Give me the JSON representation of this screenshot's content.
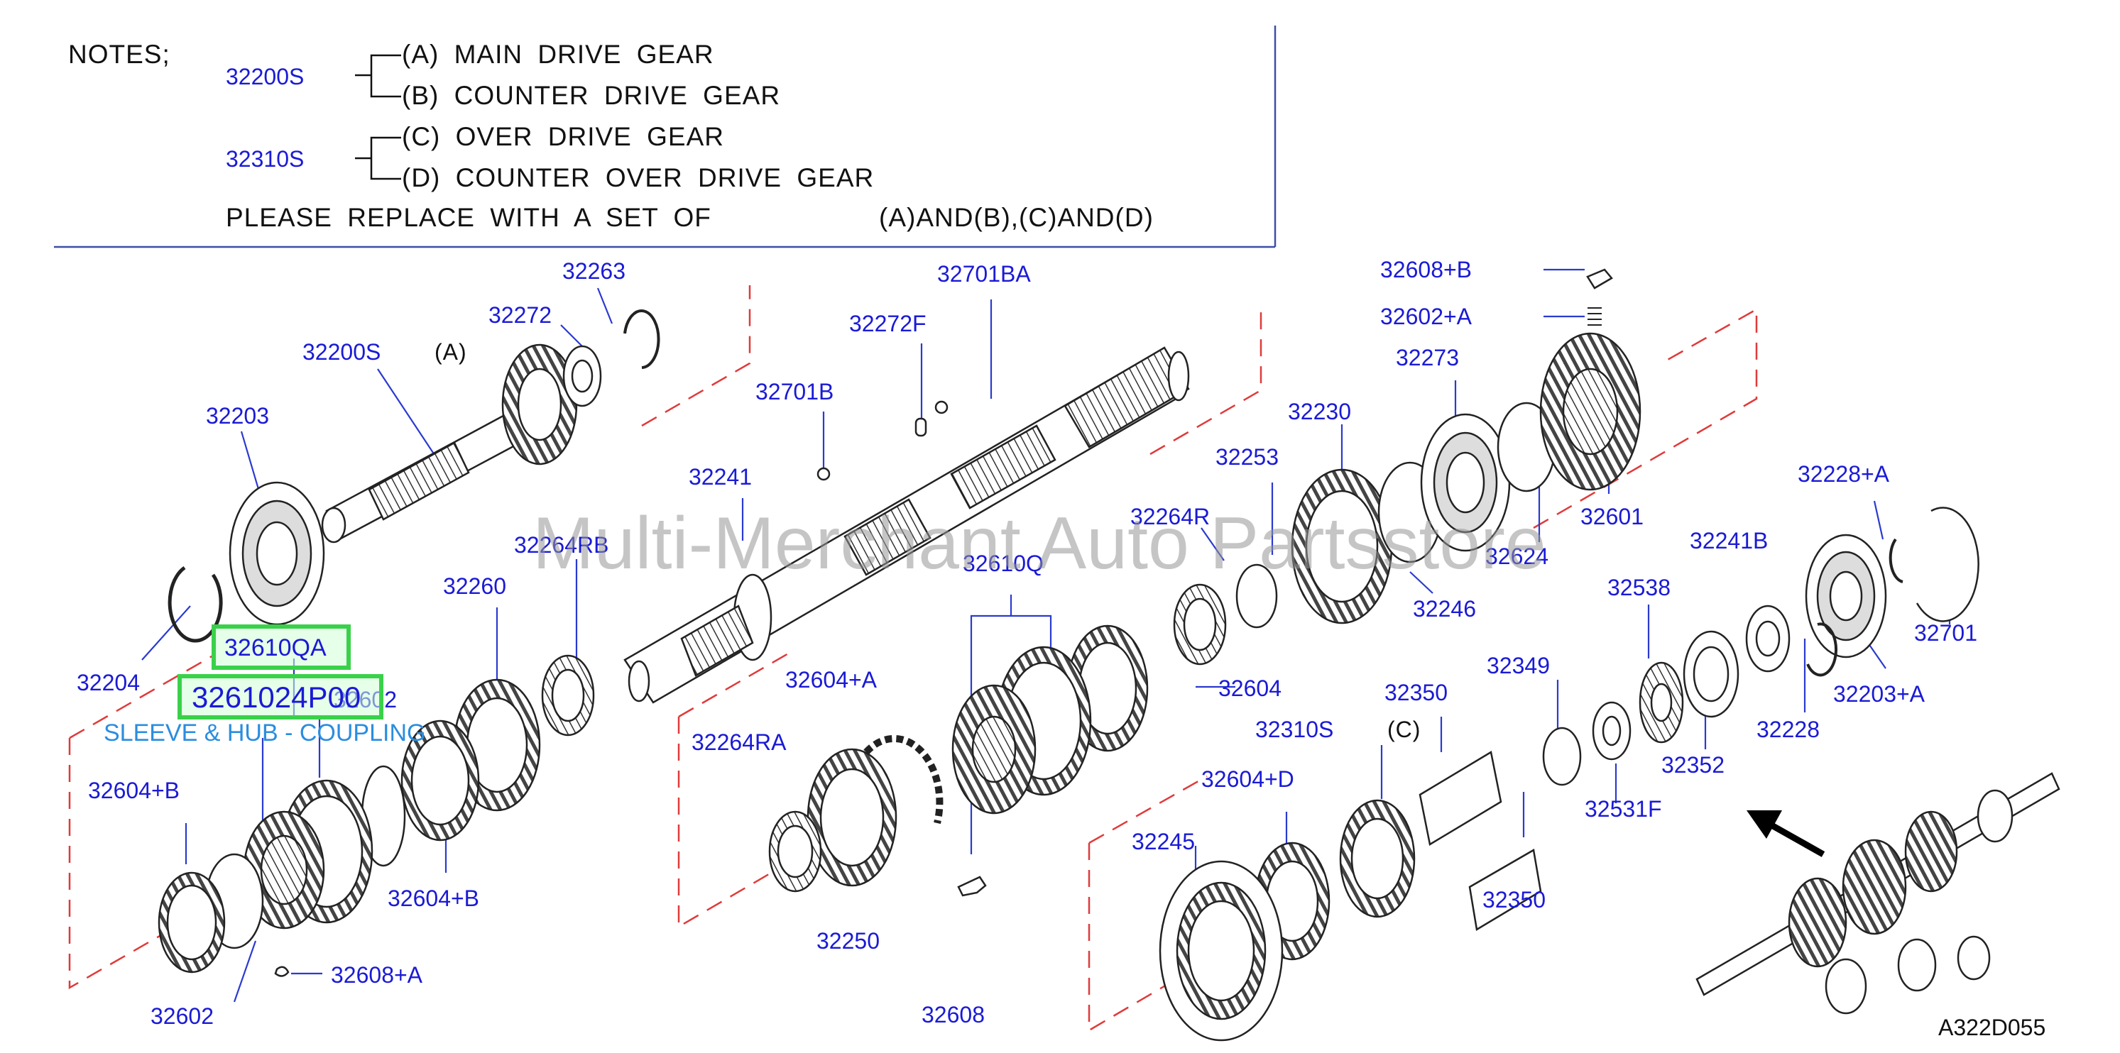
{
  "notes": {
    "heading": "NOTES;",
    "group1_code": "32200S",
    "line_a": "(A) MAIN DRIVE GEAR",
    "line_b": "(B) COUNTER DRIVE GEAR",
    "group2_code": "32310S",
    "line_c": "(C) OVER DRIVE GEAR",
    "line_d": "(D) COUNTER OVER DRIVE GEAR",
    "replace_text": "PLEASE REPLACE WITH A SET OF",
    "replace_sets": "(A)AND(B),(C)AND(D)"
  },
  "parts": {
    "p32263": "32263",
    "p32272": "32272",
    "p32200S": "32200S",
    "markA": "(A)",
    "p32203": "32203",
    "p32204": "32204",
    "p32701BA": "32701BA",
    "p32272F": "32272F",
    "p32701B": "32701B",
    "p32241": "32241",
    "p32264RB": "32264RB",
    "p32260": "32260",
    "p32602_a": "32602",
    "p32604B_a": "32604+B",
    "p32604B_b": "32604+B",
    "p32602_b": "32602",
    "p32608A": "32608+A",
    "p32608B": "32608+B",
    "p32602A": "32602+A",
    "p32273": "32273",
    "p32230": "32230",
    "p32253": "32253",
    "p32264R": "32264R",
    "p32610Q": "32610Q",
    "p32604A": "32604+A",
    "p32264RA": "32264RA",
    "p32250": "32250",
    "p32608": "32608",
    "p32604": "32604",
    "p32601": "32601",
    "p32624": "32624",
    "p32246": "32246",
    "p32228A": "32228+A",
    "p32241B": "32241B",
    "p32538": "32538",
    "p32701": "32701",
    "p32203A": "32203+A",
    "p32228": "32228",
    "p32352": "32352",
    "p32349": "32349",
    "p32350_a": "32350",
    "p32350_b": "32350",
    "p32531F": "32531F",
    "p32310S": "32310S",
    "markC": "(C)",
    "p32604D": "32604+D",
    "p32245": "32245"
  },
  "highlights": {
    "primary": "32610QA",
    "secondary": "3261024P00",
    "caption": "SLEEVE & HUB - COUPLING"
  },
  "watermark": "Multi-Merchant Auto Partsstore",
  "diagram_code": "A322D055",
  "colors": {
    "label_blue": "#1a1ad6",
    "leader_blue": "#2a3ad0",
    "highlight_green": "#3ad14a",
    "caption_blue": "#2a8de0",
    "dash_red": "#e03a3a",
    "note_rule": "#3b4fa8"
  }
}
